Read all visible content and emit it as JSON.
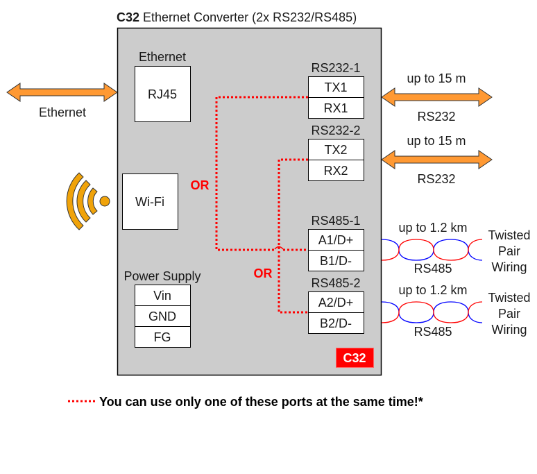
{
  "title": {
    "bold": "C32",
    "rest": " Ethernet Converter (2x RS232/RS485)"
  },
  "colors": {
    "device_bg": "#cccccc",
    "arrow_fill": "#ff9933",
    "wifi_orange": "#f0a30a",
    "accent_red": "#ff0000",
    "wire_blue": "#0000ff",
    "wire_red": "#ff0000"
  },
  "ethernet": {
    "section_label": "Ethernet",
    "port_label": "RJ45",
    "external_label": "Ethernet"
  },
  "wifi": {
    "port_label": "Wi-Fi"
  },
  "or_labels": [
    "OR",
    "OR"
  ],
  "ports": [
    {
      "name": "RS232-1",
      "pins": [
        "TX1",
        "RX1"
      ],
      "distance": "up to 15 m",
      "protocol": "RS232"
    },
    {
      "name": "RS232-2",
      "pins": [
        "TX2",
        "RX2"
      ],
      "distance": "up to 15 m",
      "protocol": "RS232"
    },
    {
      "name": "RS485-1",
      "pins": [
        "A1/D+",
        "B1/D-"
      ],
      "distance": "up to 1.2 km",
      "protocol": "RS485",
      "wiring": [
        "Twisted",
        "Pair",
        "Wiring"
      ]
    },
    {
      "name": "RS485-2",
      "pins": [
        "A2/D+",
        "B2/D-"
      ],
      "distance": "up to 1.2 km",
      "protocol": "RS485",
      "wiring": [
        "Twisted",
        "Pair",
        "Wiring"
      ]
    }
  ],
  "power": {
    "section_label": "Power Supply",
    "pins": [
      "Vin",
      "GND",
      "FG"
    ]
  },
  "badge": "C32",
  "footnote": "You can use only one of these ports at the same time!*"
}
